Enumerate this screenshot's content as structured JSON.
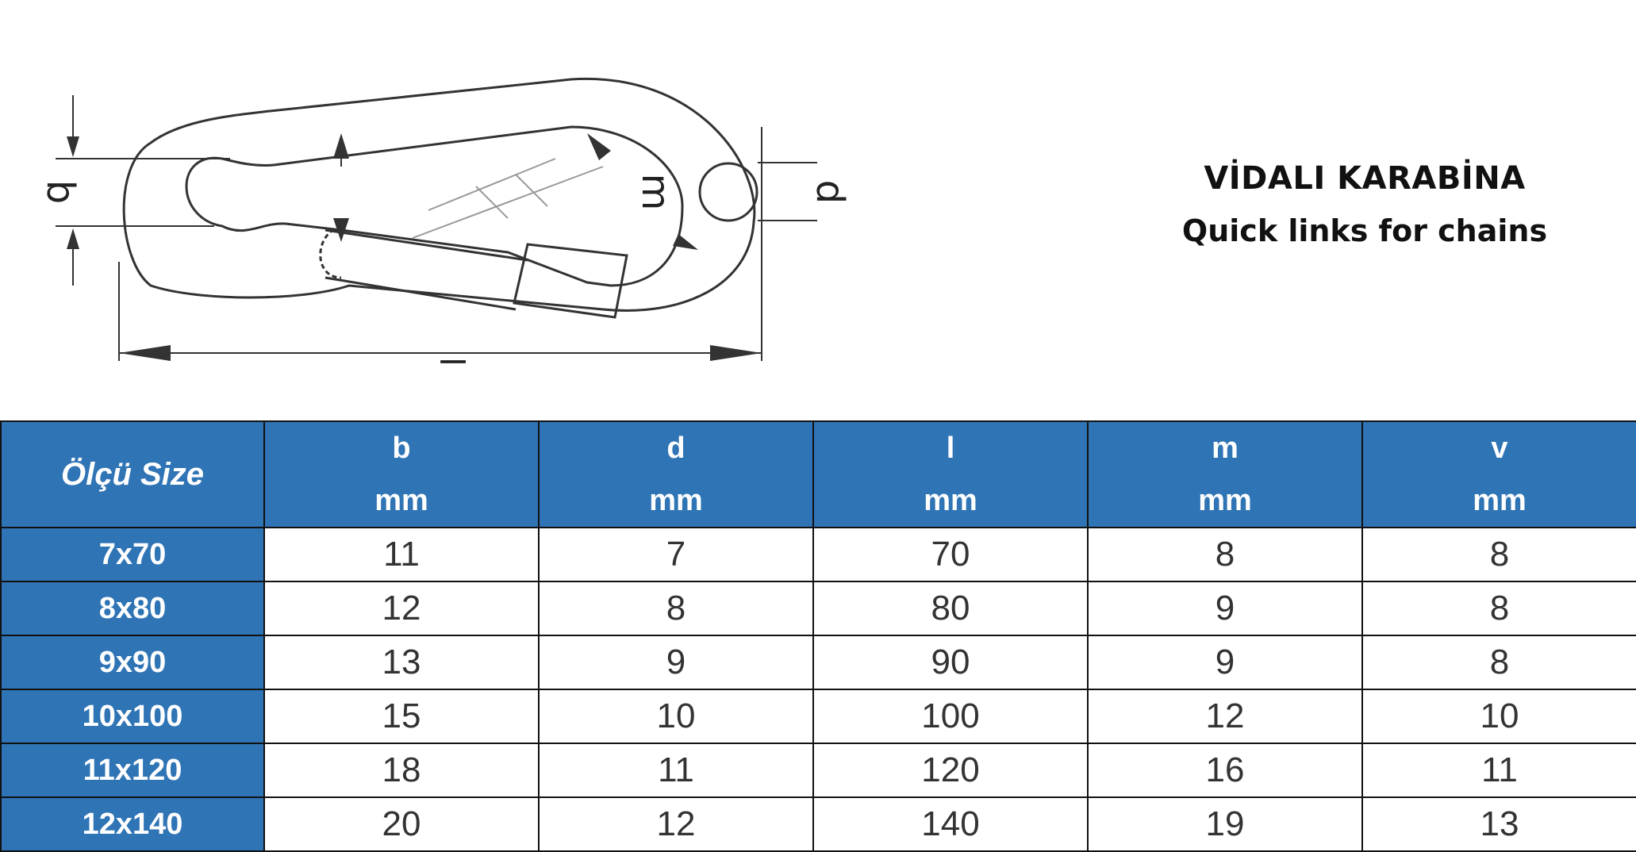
{
  "title": {
    "line1": "VİDALI KARABİNA",
    "line2": "Quick links for chains"
  },
  "diagram": {
    "labels": {
      "b": "b",
      "d": "d",
      "l": "l",
      "m": "m"
    }
  },
  "table": {
    "size_header": "Ölçü Size",
    "columns": [
      {
        "symbol": "b",
        "unit": "mm"
      },
      {
        "symbol": "d",
        "unit": "mm"
      },
      {
        "symbol": "l",
        "unit": "mm"
      },
      {
        "symbol": "m",
        "unit": "mm"
      },
      {
        "symbol": "v",
        "unit": "mm"
      }
    ],
    "rows": [
      {
        "size": "7x70",
        "values": [
          "11",
          "7",
          "70",
          "8",
          "8"
        ]
      },
      {
        "size": "8x80",
        "values": [
          "12",
          "8",
          "80",
          "9",
          "8"
        ]
      },
      {
        "size": "9x90",
        "values": [
          "13",
          "9",
          "90",
          "9",
          "8"
        ]
      },
      {
        "size": "10x100",
        "values": [
          "15",
          "10",
          "100",
          "12",
          "10"
        ]
      },
      {
        "size": "11x120",
        "values": [
          "18",
          "11",
          "120",
          "16",
          "11"
        ]
      },
      {
        "size": "12x140",
        "values": [
          "20",
          "12",
          "140",
          "19",
          "13"
        ]
      }
    ]
  },
  "colors": {
    "header_blue": "#2f74b5",
    "line": "#333333"
  }
}
